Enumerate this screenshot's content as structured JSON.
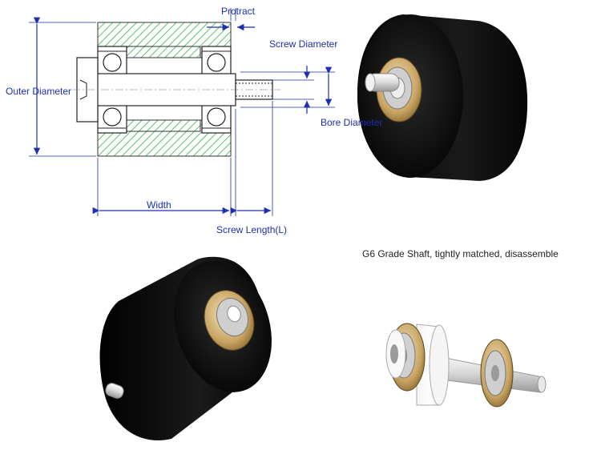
{
  "diagram": {
    "labels": {
      "protract": "Protract",
      "screw_diameter": "Screw Diameter",
      "outer_diameter": "Outer Diameter",
      "bore_diameter": "Bore Diameter",
      "width": "Width",
      "screw_length": "Screw Length(L)"
    },
    "caption": "G6 Grade Shaft, tightly matched, disassemble",
    "colors": {
      "dimension_line": "#1c2fb0",
      "hatch": "#2fb24a",
      "roller_body": "#0b0b0b",
      "bearing_brass": "#c8a464",
      "shaft_grey": "#d6d6d6"
    }
  }
}
